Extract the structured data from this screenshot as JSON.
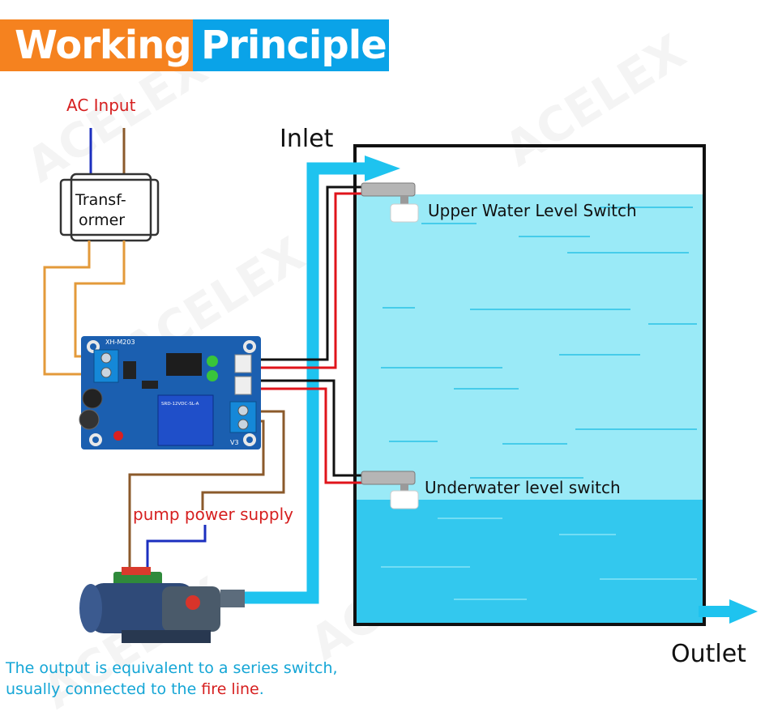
{
  "header": {
    "title_part1": "Working",
    "title_part2": "Principle"
  },
  "labels": {
    "ac_input": "AC Input",
    "transformer_line1": "Transf-",
    "transformer_line2": "ormer",
    "inlet": "Inlet",
    "outlet": "Outlet",
    "upper_switch": "Upper Water Level Switch",
    "lower_switch": "Underwater level switch",
    "pump_power": "pump power supply",
    "board_model": "XH-M203",
    "relay_text": "SRD-12VDC-SL-A",
    "board_v3": "V3"
  },
  "footer": {
    "line1": "The output is equivalent to a series switch,",
    "line2_prefix": "usually connected to the ",
    "line2_highlight": "fire line",
    "line2_suffix": "."
  },
  "watermark": "ACELEX",
  "colors": {
    "orange": "#f5821f",
    "blue": "#0aa3e8",
    "water_light": "#9aeaf7",
    "water_dark": "#33c8ee",
    "pipe": "#1ec3ef",
    "board": "#1b5fb0",
    "red_wire": "#e0141b",
    "wire_brown": "#8b5a2b",
    "wire_blue": "#1b2fbf",
    "wire_orange": "#e39a3a"
  }
}
